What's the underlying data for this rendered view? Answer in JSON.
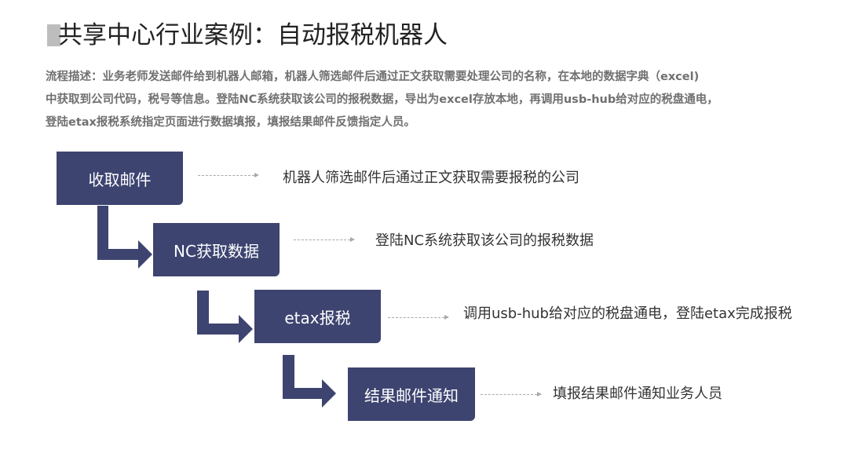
{
  "title": "共享中心行业案例：自动报税机器人",
  "title_visible": "共享中心行业案例：自动报税机器人",
  "description": [
    "流程描述：业务老师发送邮件给到机器人邮箱，机器人筛选邮件后通过正文获取需要处理公司的名称，在本地的数据字典（excel)",
    "中获取到公司代码，税号等信息。登陆NC系统获取该公司的报税数据，导出为excel存放本地，再调用usb-hub给对应的税盘通电，",
    "登陆etax报税系统指定页面进行数据填报，填报结果邮件反馈指定人员。"
  ],
  "steps": [
    {
      "label": "收取邮件",
      "detail": "机器人筛选邮件后通过正文获取需要报税的公司"
    },
    {
      "label": "NC获取数据",
      "detail": "登陆NC系统获取该公司的报税数据"
    },
    {
      "label": "etax报税",
      "detail": "调用usb-hub给对应的税盘通电，登陆etax完成报税"
    },
    {
      "label": "结果邮件通知",
      "detail": "填报结果邮件通知业务人员"
    }
  ],
  "colors": {
    "box": "#3d4470",
    "arrow": "#3d4470",
    "connector": "#a8a8a8"
  }
}
